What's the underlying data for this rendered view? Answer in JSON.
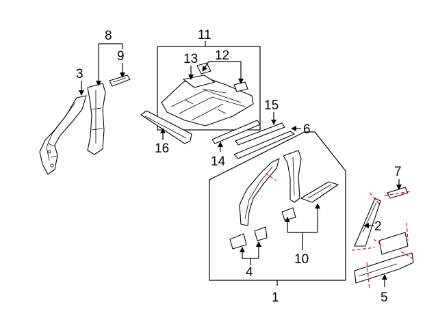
{
  "diagram": {
    "callouts": [
      "1",
      "2",
      "3",
      "4",
      "5",
      "6",
      "7",
      "8",
      "9",
      "10",
      "11",
      "12",
      "13",
      "14",
      "15",
      "16"
    ]
  },
  "colors": {
    "line": "#000000",
    "cut_line": "#e0001b",
    "background": "#ffffff"
  }
}
